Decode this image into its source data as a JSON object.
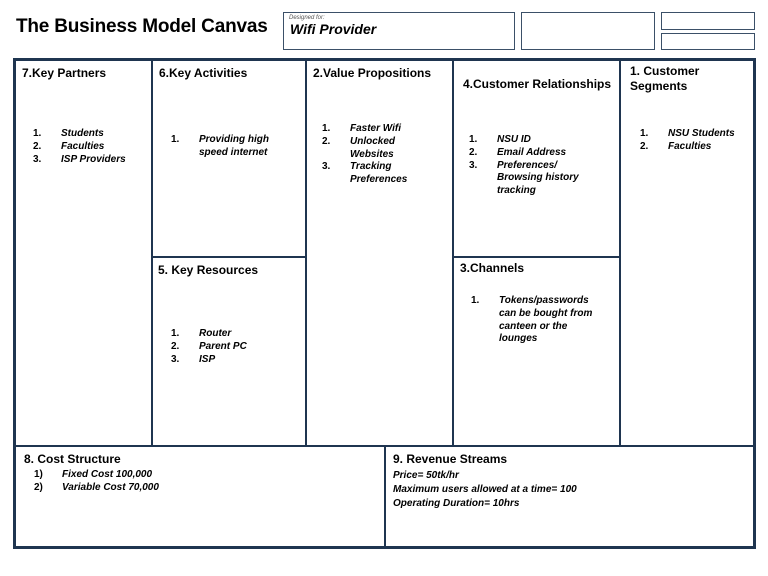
{
  "header": {
    "title": "The Business Model Canvas",
    "designed_for_label": "Designed for:",
    "designed_for_value": "Wifi Provider"
  },
  "sections": {
    "key_partners": {
      "title": "7.Key Partners",
      "items": [
        {
          "num": "1.",
          "text": "Students"
        },
        {
          "num": "2.",
          "text": "Faculties"
        },
        {
          "num": "3.",
          "text": "ISP Providers"
        }
      ]
    },
    "key_activities": {
      "title": "6.Key Activities",
      "items": [
        {
          "num": "1.",
          "text": "Providing high speed internet"
        }
      ]
    },
    "key_resources": {
      "title": "5. Key Resources",
      "items": [
        {
          "num": "1.",
          "text": "Router"
        },
        {
          "num": "2.",
          "text": "Parent PC"
        },
        {
          "num": "3.",
          "text": "ISP"
        }
      ]
    },
    "value_propositions": {
      "title": "2.Value Propositions",
      "items": [
        {
          "num": "1.",
          "text": "Faster Wifi"
        },
        {
          "num": "2.",
          "text": "Unlocked Websites"
        },
        {
          "num": "3.",
          "text": "Tracking Preferences"
        }
      ]
    },
    "customer_relationships": {
      "title": "4.Customer Relationships",
      "items": [
        {
          "num": "1.",
          "text": "NSU ID"
        },
        {
          "num": "2.",
          "text": "Email Address"
        },
        {
          "num": "3.",
          "text": "Preferences/ Browsing history tracking"
        }
      ]
    },
    "channels": {
      "title": "3.Channels",
      "items": [
        {
          "num": "1.",
          "text": "Tokens/passwords can be bought from canteen or the lounges"
        }
      ]
    },
    "customer_segments": {
      "title": "1. Customer Segments",
      "items": [
        {
          "num": "1.",
          "text": "NSU Students"
        },
        {
          "num": "2.",
          "text": "Faculties"
        }
      ]
    },
    "cost_structure": {
      "title": "8. Cost Structure",
      "items": [
        {
          "num": "1)",
          "text": "Fixed Cost 100,000"
        },
        {
          "num": "2)",
          "text": "Variable Cost 70,000"
        }
      ]
    },
    "revenue_streams": {
      "title": "9. Revenue Streams",
      "lines": [
        "Price= 50tk/hr",
        "Maximum users allowed at a time= 100",
        "Operating Duration= 10hrs"
      ]
    }
  },
  "colors": {
    "border": "#1f3550",
    "background": "#ffffff"
  }
}
